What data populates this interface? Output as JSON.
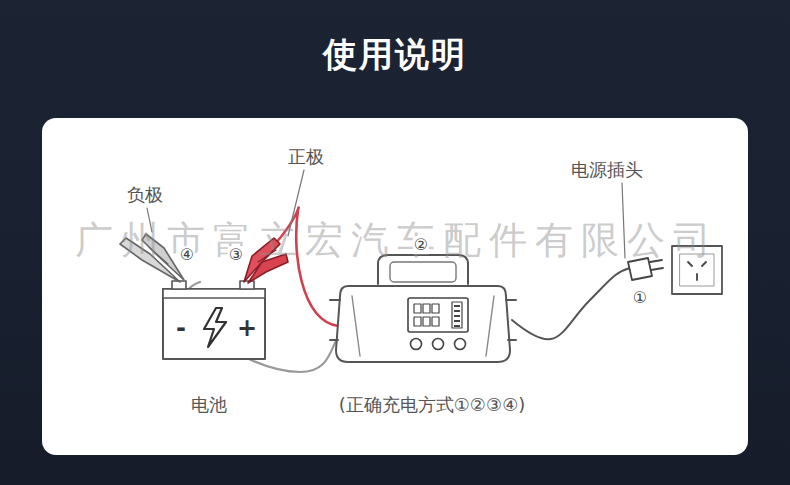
{
  "diagram": {
    "title": "使用说明",
    "nodes": [
      {
        "text": [
          "-",
          "+"
        ]
      }
    ],
    "labels": [
      "广州市富立宏汽车配件有限公司",
      "负极",
      "正极",
      "电源插头",
      "④",
      "③",
      "②",
      "①",
      "电池",
      "(正确充电方式①②③④)"
    ]
  }
}
